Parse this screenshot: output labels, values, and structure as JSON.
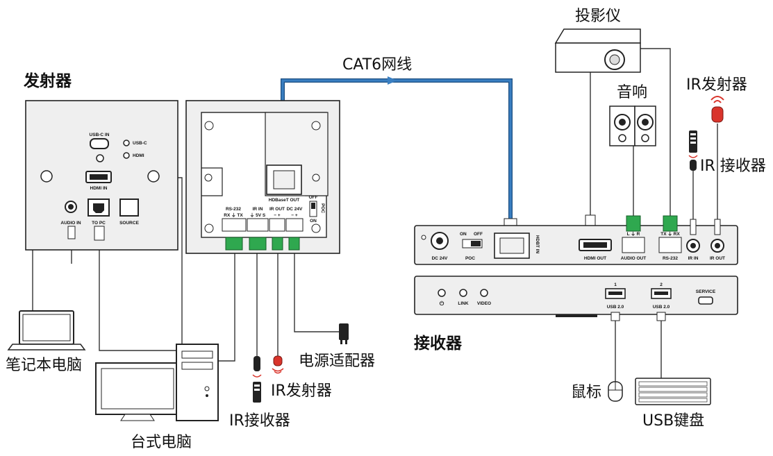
{
  "labels": {
    "transmitter_title": "发射器",
    "receiver_title": "接收器",
    "cable": "CAT6网线",
    "projector": "投影仪",
    "speaker": "音响",
    "ir_emitter_right": "IR发射器",
    "ir_receiver_right": "IR 接收器",
    "power_adapter": "电源适配器",
    "ir_emitter_mid": "IR发射器",
    "ir_receiver_mid": "IR接收器",
    "laptop": "笔记本电脑",
    "desktop": "台式电脑",
    "mouse": "鼠标",
    "keyboard": "USB键盘"
  },
  "tx_front": {
    "usbc_in": "USB-C IN",
    "usbc_led": "USB-C",
    "hdmi_led": "HDMI",
    "hdmi_in": "HDMI IN",
    "audio_in": "AUDIO IN",
    "to_pc": "TO PC",
    "source": "SOURCE"
  },
  "tx_back": {
    "hdbaset_out": "HDBaseT OUT",
    "poc": "POC",
    "off": "OFF",
    "on": "ON",
    "rs232": "RS-232",
    "rs232_pins": "RX ⏚ TX",
    "ir_in": "IR IN",
    "ir_in_pins": "⏚ 5V S",
    "ir_out": "IR OUT",
    "ir_out_pins": "− +",
    "dc24v": "DC 24V",
    "dc24v_pins": "− +"
  },
  "rx_back": {
    "dc24v": "DC 24V",
    "on": "ON",
    "off": "OFF",
    "poc": "POC",
    "hdbt_in": "HDBT IN",
    "hdmi_out": "HDMI OUT",
    "audio_out": "AUDIO OUT",
    "audio_pins": "L ⏚ R",
    "rs232": "RS-232",
    "rs232_pins": "TX ⏚ RX",
    "ir_in": "IR IN",
    "ir_out": "IR OUT"
  },
  "rx_front": {
    "power_icon": "⏻",
    "link": "LINK",
    "video": "VIDEO",
    "usb1_num": "1",
    "usb2_num": "2",
    "usb1": "USB 2.0",
    "usb2": "USB 2.0",
    "service": "SERVICE"
  },
  "colors": {
    "cable_blue": "#3a7fc1",
    "terminal_green": "#2fa84f",
    "ir_red": "#d9342b"
  }
}
